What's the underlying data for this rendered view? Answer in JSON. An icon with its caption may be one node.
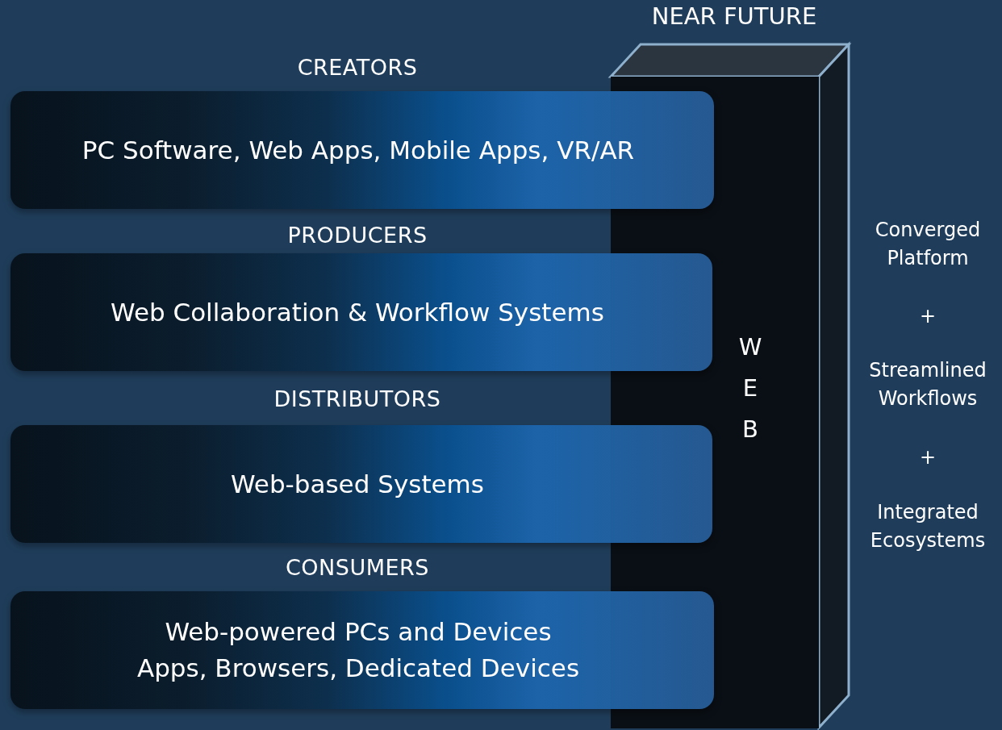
{
  "diagram": {
    "nodes": [
      {
        "text": [
          "NEAR FUTURE",
          "WEB"
        ]
      },
      {
        "text": [
          "CREATORS",
          "PC Software, Web Apps, Mobile Apps, VR/AR"
        ]
      },
      {
        "text": [
          "PRODUCERS",
          "Web Collaboration & Workflow Systems"
        ]
      },
      {
        "text": [
          "DISTRIBUTORS",
          "Web-based Systems"
        ]
      },
      {
        "text": [
          "CONSUMERS",
          "Web-powered PCs and Devices",
          "Apps, Browsers, Dedicated Devices"
        ]
      }
    ],
    "edges": [],
    "labels": [
      "Converged Platform",
      "+",
      "Streamlined Workflows",
      "+",
      "Integrated Ecosystems"
    ]
  }
}
